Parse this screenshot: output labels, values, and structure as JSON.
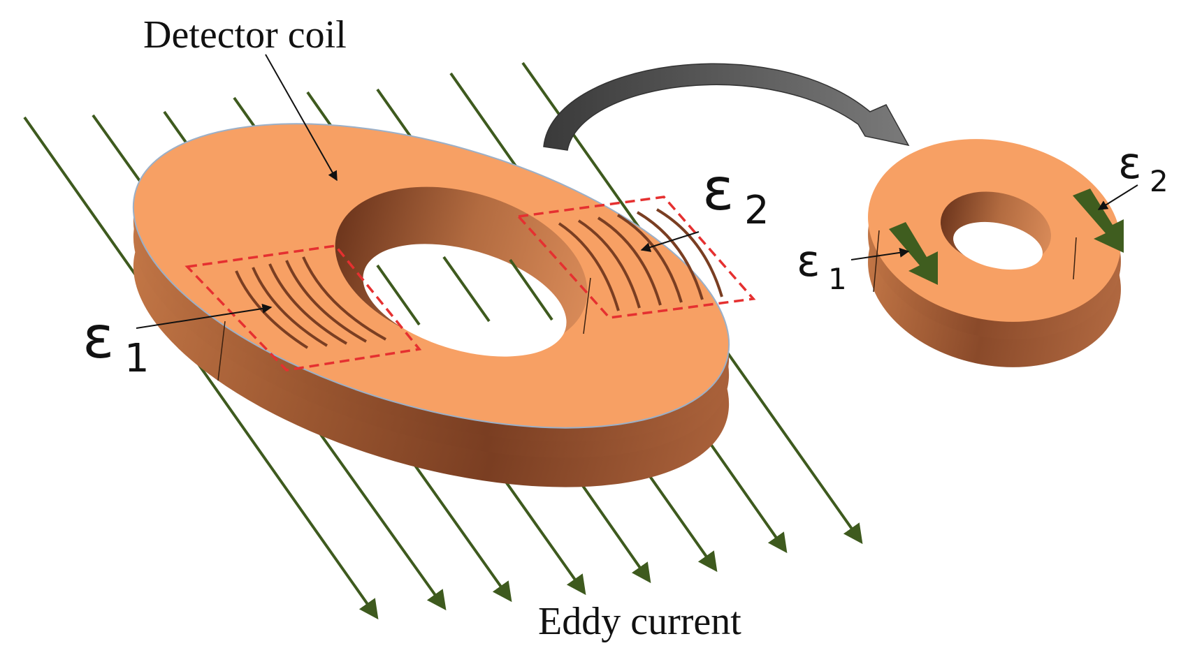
{
  "labels": {
    "detector_coil": "Detector coil",
    "eddy_current": "Eddy current",
    "epsilon_symbol": "ε",
    "sub_1": "1",
    "sub_2": "2"
  },
  "colors": {
    "coil_top": "#F7A064",
    "coil_side_light": "#C8784A",
    "coil_side_dark": "#7A3E22",
    "current_line": "#3E5A1E",
    "region_outline": "#E53030",
    "small_arrow": "#3F5D1F",
    "transfer_arrow": "#555555"
  }
}
